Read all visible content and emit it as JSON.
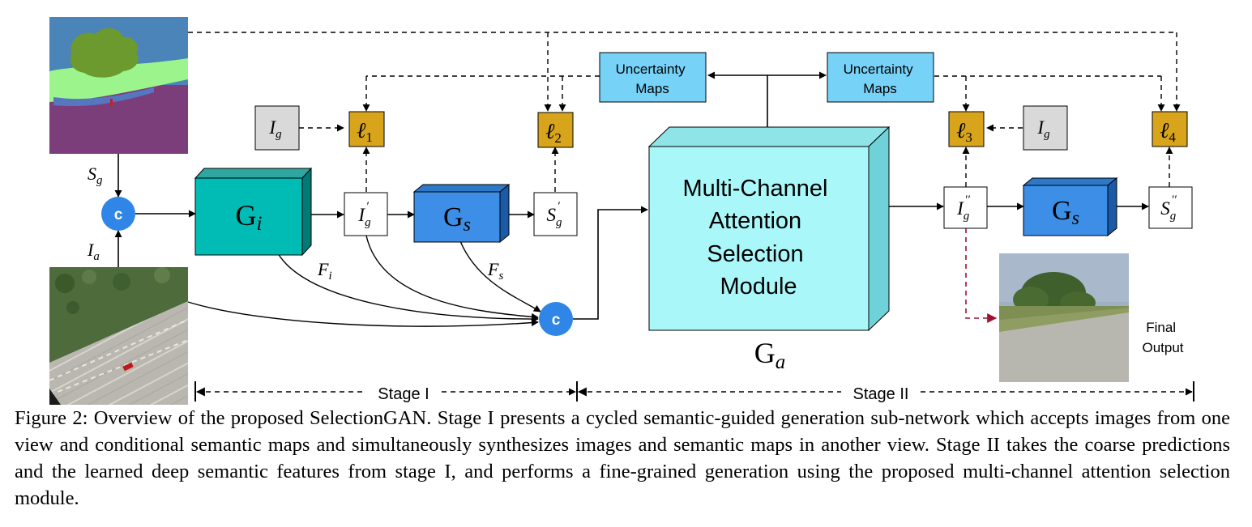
{
  "nodes": {
    "concat_symbol": "c",
    "gen_i": {
      "base": "G",
      "sub": "i"
    },
    "gen_s": {
      "base": "G",
      "sub": "s"
    },
    "gen_a": {
      "base": "G",
      "sub": "a"
    },
    "attention_module": [
      "Multi-Channel",
      "Attention",
      "Selection",
      "Module"
    ],
    "uncertainty_maps": [
      "Uncertainty",
      "Maps"
    ],
    "target_image": {
      "base": "I",
      "sub": "g"
    },
    "loss_1": {
      "base": "ℓ",
      "sub": "1"
    },
    "loss_2": {
      "base": "ℓ",
      "sub": "2"
    },
    "loss_3": {
      "base": "ℓ",
      "sub": "3"
    },
    "loss_4": {
      "base": "ℓ",
      "sub": "4"
    },
    "coarse_image": {
      "base": "I",
      "sub": "g",
      "sup": "′"
    },
    "coarse_semantic": {
      "base": "S",
      "sub": "g",
      "sup": "′"
    },
    "refined_image": {
      "base": "I",
      "sub": "g",
      "sup": "′′"
    },
    "refined_semantic": {
      "base": "S",
      "sub": "g",
      "sup": "′′"
    },
    "final_output": [
      "Final",
      "Output"
    ]
  },
  "edge_labels": {
    "semantic_map": {
      "base": "S",
      "sub": "g"
    },
    "input_image": {
      "base": "I",
      "sub": "a"
    },
    "feature_i": {
      "base": "F",
      "sub": "i"
    },
    "feature_s": {
      "base": "F",
      "sub": "s"
    }
  },
  "stages": {
    "stage1": "Stage I",
    "stage2": "Stage II"
  },
  "caption": "Figure 2: Overview of the proposed SelectionGAN. Stage I presents a cycled semantic-guided generation sub-network which accepts images from one view and conditional semantic maps and simultaneously synthesizes images and semantic maps in another view. Stage II takes the coarse predictions and the learned deep semantic features from stage I, and performs a fine-grained generation using the proposed multi-channel attention selection module.",
  "colors": {
    "gen_i": "#00bcb4",
    "gen_s": "#3c8ee6",
    "attention": "#aaf7f9",
    "uncertainty": "#77d2f8",
    "loss": "#d8a41c",
    "concat": "#2f86e6",
    "target": "#d9d9d9",
    "red_arrow": "#a01232"
  }
}
